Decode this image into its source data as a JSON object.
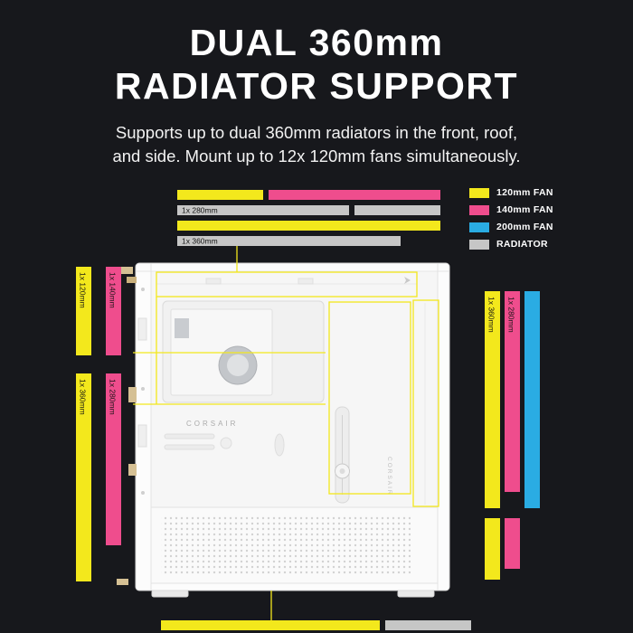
{
  "page": {
    "background": "#17181c"
  },
  "header": {
    "title_line1": "DUAL 360mm",
    "title_line2": "RADIATOR SUPPORT",
    "description_line1": "Supports up to dual 360mm radiators in the front, roof,",
    "description_line2": "and side. Mount up to 12x 120mm fans simultaneously."
  },
  "legend": {
    "items": [
      {
        "label": "120mm FAN",
        "color": "#f3e81c"
      },
      {
        "label": "140mm FAN",
        "color": "#ef4d8d"
      },
      {
        "label": "200mm FAN",
        "color": "#2aace3"
      },
      {
        "label": "RADIATOR",
        "color": "#c6c6c6"
      }
    ]
  },
  "diagram": {
    "case_brand": "CORSAIR",
    "labels": {
      "top_280": "1x 280mm",
      "top_360": "1x 360mm",
      "rear_120": "1x 120mm",
      "rear_140": "1x 140mm",
      "side_360": "1x 360mm",
      "side_280": "1x 280mm",
      "front_360": "1x 360mm",
      "front_280": "1x 280mm"
    }
  }
}
